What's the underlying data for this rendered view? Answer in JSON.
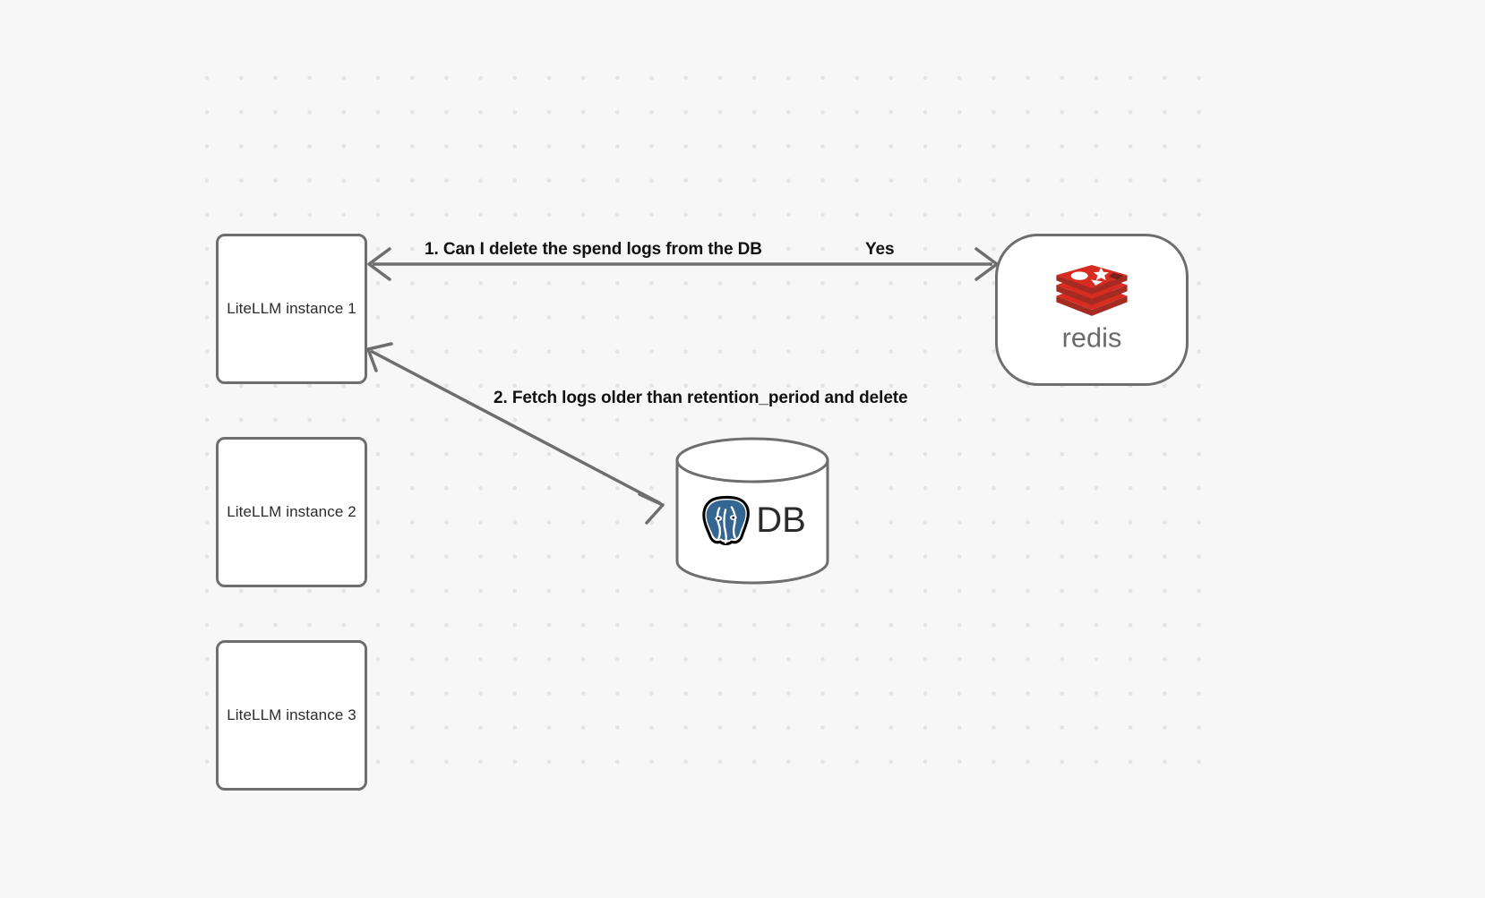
{
  "diagram": {
    "background_color": "#f7f7f7",
    "dot_color": "#e4e4e4",
    "node_border_color": "#6e6e6e",
    "edge_color": "#6e6e6e",
    "nodes": [
      {
        "id": "litellm-1",
        "label": "LiteLLM instance 1",
        "shape": "rounded-rect"
      },
      {
        "id": "litellm-2",
        "label": "LiteLLM instance 2",
        "shape": "rounded-rect"
      },
      {
        "id": "litellm-3",
        "label": "LiteLLM instance 3",
        "shape": "rounded-rect"
      },
      {
        "id": "redis",
        "label": "redis",
        "shape": "stadium",
        "logo": "redis-logo",
        "brand_color": "#d82c20"
      },
      {
        "id": "db",
        "label": "DB",
        "shape": "cylinder",
        "logo": "postgresql-elephant-icon",
        "brand_color": "#336791"
      }
    ],
    "edges": [
      {
        "id": "edge-1",
        "from": "litellm-1",
        "to": "redis",
        "direction": "bidirectional",
        "label": "1.  Can I delete the spend logs from the DB",
        "reply_label": "Yes"
      },
      {
        "id": "edge-2",
        "from": "redis",
        "to": "db",
        "direction": "to-db-and-back",
        "label": "2.  Fetch logs older than retention_period and delete"
      }
    ]
  }
}
